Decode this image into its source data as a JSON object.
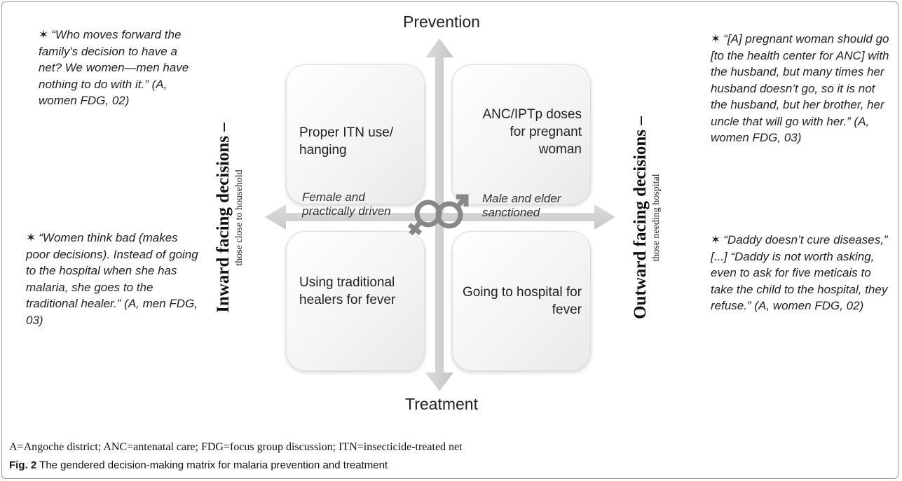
{
  "axis": {
    "top": "Prevention",
    "bottom": "Treatment",
    "left_main": "Inward facing decisions –",
    "left_sub": "those close to household",
    "right_main": "Outward facing decisions –",
    "right_sub": "those needing hospital"
  },
  "quadrants": {
    "top_left": "Proper ITN use/ hanging",
    "top_right": "ANC/IPTp doses for pregnant woman",
    "bottom_left": "Using traditional healers for fever",
    "bottom_right": "Going to hospital for fever"
  },
  "arrow_labels": {
    "left": "Female and practically driven",
    "right": "Male and elder sanctioned"
  },
  "quotes": {
    "top_left": "“Who moves forward the family's decision to have a net? We women—men have nothing to do with it.” (A, women FDG, 02)",
    "bottom_left": "“Women think bad (makes poor decisions). Instead of going to the hospital when she has malaria, she goes to the traditional healer.” (A, men FDG, 03)",
    "top_right": "“[A] pregnant woman should go [to the health center for ANC] with the husband, but many times her husband doesn’t go, so it is not the husband, but her brother, her uncle that will go with her.” (A, women FDG, 03)",
    "bottom_right": "“Daddy doesn’t cure diseases,” [...] “Daddy is not worth asking, even to ask for five meticais to take the child to the hospital, they refuse.” (A, women FDG, 02)"
  },
  "star_glyph": "✶",
  "footnote": "A=Angoche district; ANC=antenatal care; FDG=focus group discussion; ITN=insecticide-treated net",
  "caption": {
    "label": "Fig. 2",
    "text": "The gendered decision-making matrix for malaria prevention and treatment"
  }
}
